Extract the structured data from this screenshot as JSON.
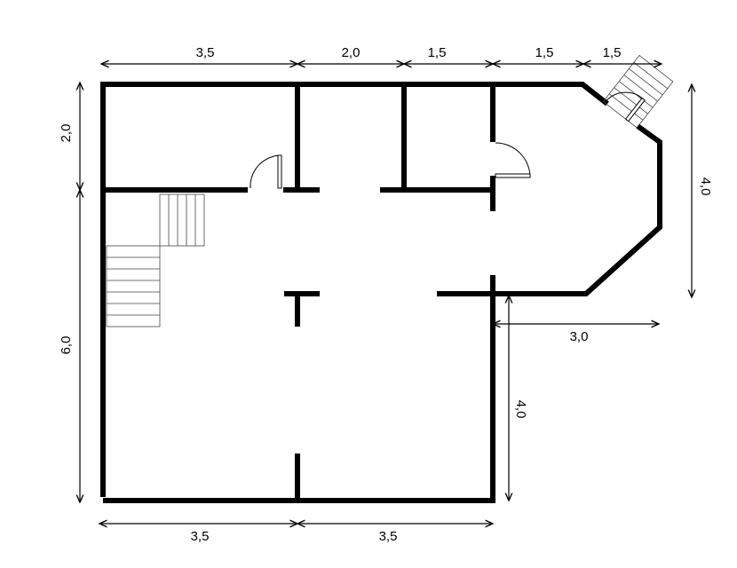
{
  "dimensions": {
    "top": [
      "3,5",
      "2,0",
      "1,5",
      "1,5",
      "1,5"
    ],
    "left": [
      "2,0",
      "6,0"
    ],
    "right": "4,0",
    "bay_bottom": "3,0",
    "bay_depth": "4,0",
    "bottom": [
      "3,5",
      "3,5"
    ]
  }
}
